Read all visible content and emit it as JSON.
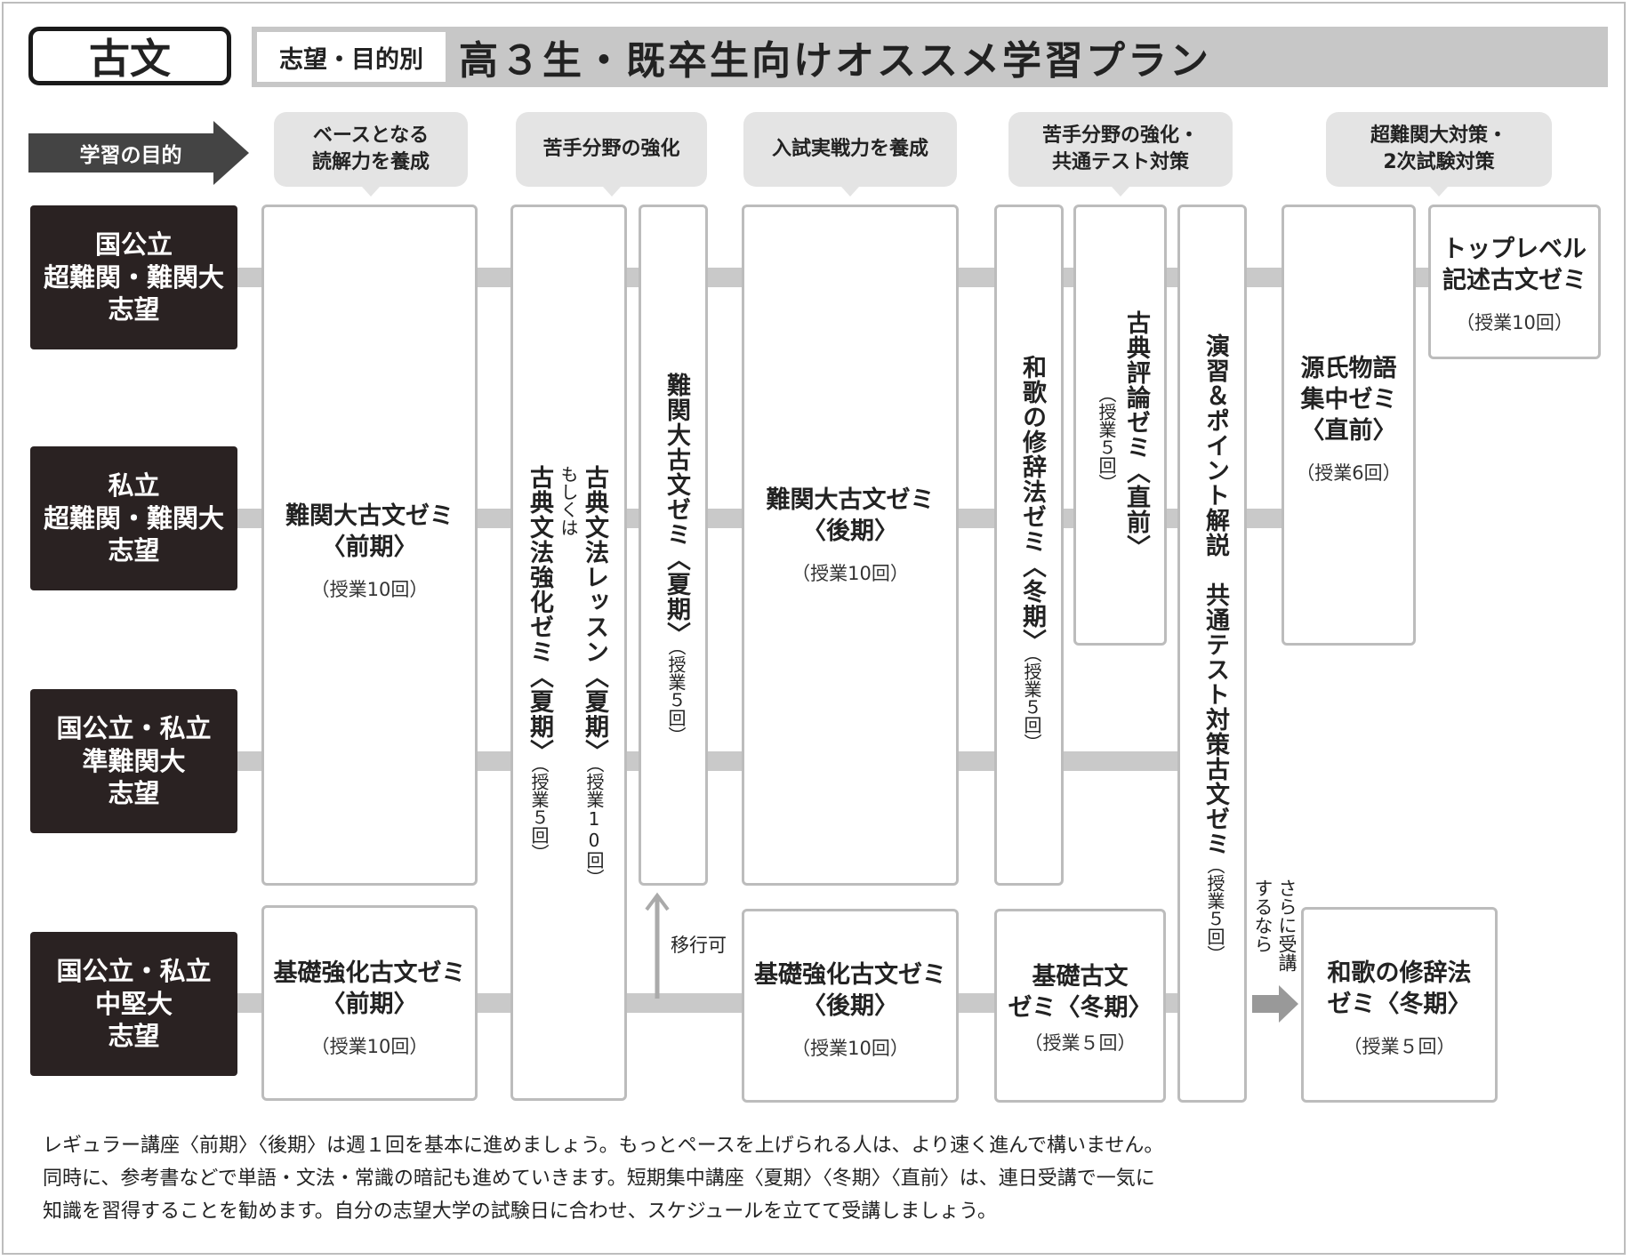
{
  "header": {
    "subject": "古文",
    "tag": "志望・目的別",
    "title": "高３生・既卒生向けオススメ学習プラン"
  },
  "purpose_label": "学習の目的",
  "purposes": [
    {
      "lines": [
        "ベースとなる",
        "読解力を養成"
      ]
    },
    {
      "lines": [
        "苦手分野の強化"
      ]
    },
    {
      "lines": [
        "入試実戦力を養成"
      ]
    },
    {
      "lines": [
        "苦手分野の強化・",
        "共通テスト対策"
      ]
    },
    {
      "lines": [
        "超難関大対策・",
        "2次試験対策"
      ]
    }
  ],
  "lanes": [
    {
      "lines": [
        "国公立",
        "超難関・難関大",
        "志望"
      ]
    },
    {
      "lines": [
        "私立",
        "超難関・難関大",
        "志望"
      ]
    },
    {
      "lines": [
        "国公立・私立",
        "準難関大",
        "志望"
      ]
    },
    {
      "lines": [
        "国公立・私立",
        "中堅大",
        "志望"
      ]
    }
  ],
  "courses": {
    "nankan_zenki": {
      "lines": [
        "難関大古文ゼミ",
        "〈前期〉"
      ],
      "count": "（授業10回）"
    },
    "kiso_zenki": {
      "lines": [
        "基礎強化古文ゼミ",
        "〈前期〉"
      ],
      "count": "（授業10回）"
    },
    "bunpo": {
      "title1": "古典文法レッスン〈夏期〉",
      "count1": "（授業10回）",
      "or": "もしくは",
      "title2": "古典文法強化ゼミ〈夏期〉",
      "count2": "（授業５回）"
    },
    "nankan_kaki": {
      "title": "難関大古文ゼミ〈夏期〉",
      "count": "（授業５回）"
    },
    "nankan_kouki": {
      "lines": [
        "難関大古文ゼミ",
        "〈後期〉"
      ],
      "count": "（授業10回）"
    },
    "kiso_kouki": {
      "lines": [
        "基礎強化古文ゼミ",
        "〈後期〉"
      ],
      "count": "（授業10回）"
    },
    "waka_toki": {
      "title": "和歌の修辞法ゼミ〈冬期〉",
      "count": "（授業５回）"
    },
    "kiso_toki": {
      "lines": [
        "基礎古文",
        "ゼミ〈冬期〉"
      ],
      "count": "（授業５回）"
    },
    "hyoron": {
      "title": "古典評論ゼミ〈直前〉",
      "count": "（授業５回）"
    },
    "enshu": {
      "title": "演習＆ポイント解説　共通テスト対策古文ゼミ",
      "count": "（授業５回）"
    },
    "genji": {
      "lines": [
        "源氏物語",
        "集中ゼミ",
        "〈直前〉"
      ],
      "count": "（授業6回）"
    },
    "top": {
      "lines": [
        "トップレベル",
        "記述古文ゼミ"
      ],
      "count": "（授業10回）"
    },
    "waka_final": {
      "lines": [
        "和歌の修辞法",
        "ゼミ〈冬期〉"
      ],
      "count": "（授業５回）"
    }
  },
  "transition_label": "移行可",
  "further_label_1": "さらに受講",
  "further_label_2": "するなら",
  "note_lines": [
    "レギュラー講座〈前期〉〈後期〉は週１回を基本に進めましょう。もっとペースを上げられる人は、より速く進んで構いません。",
    "同時に、参考書などで単語・文法・常識の暗記も進めていきます。短期集中講座〈夏期〉〈冬期〉〈直前〉は、連日受講で一気に",
    "知識を習得することを勧めます。自分の志望大学の試験日に合わせ、スケジュールを立てて受講しましょう。"
  ],
  "colors": {
    "dark": "#2a2222",
    "track": "#c9c9c9",
    "bubble": "#e4e4e4",
    "titlebar": "#c7c7c7",
    "border": "#bcbcbc"
  }
}
